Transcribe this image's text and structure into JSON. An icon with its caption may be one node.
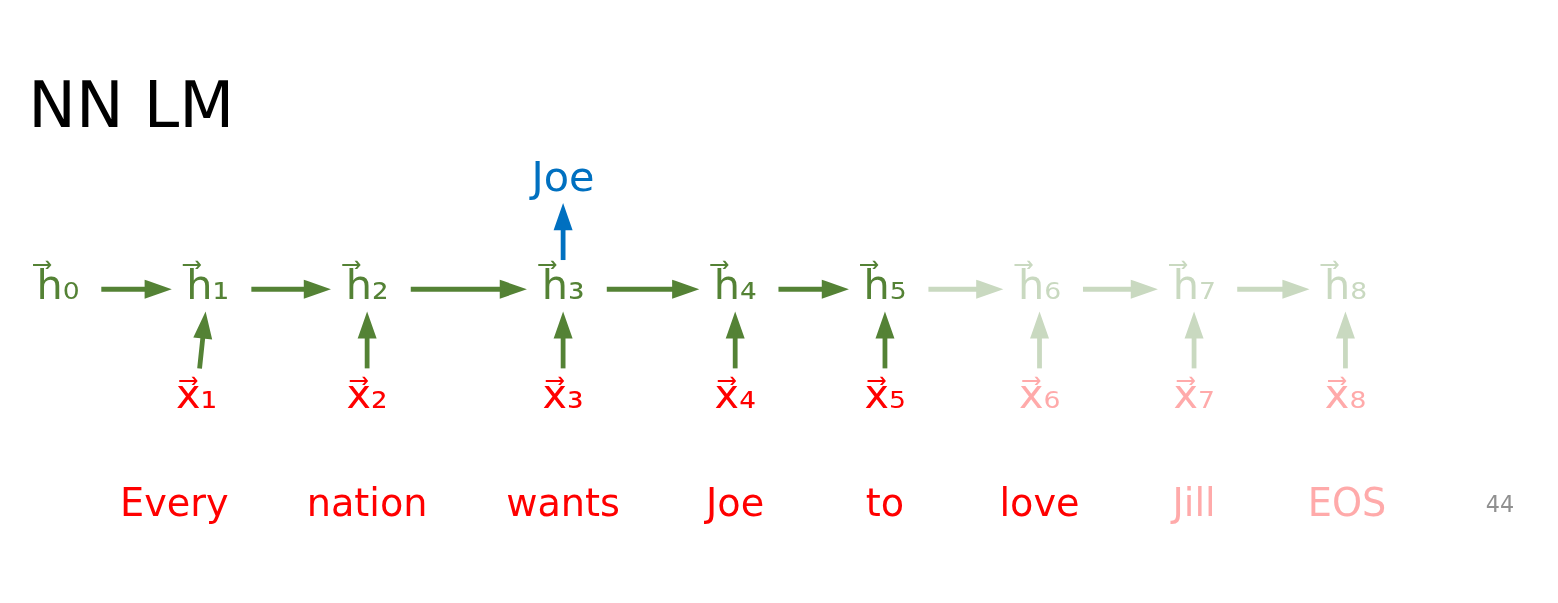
{
  "diagram": {
    "title": "NN LM",
    "nodes": [
      {
        "text": [
          "h⃗₀"
        ]
      },
      {
        "text": [
          "h⃗₁"
        ]
      },
      {
        "text": [
          "h⃗₂"
        ]
      },
      {
        "text": [
          "h⃗₃"
        ]
      },
      {
        "text": [
          "h⃗₄"
        ]
      },
      {
        "text": [
          "h⃗₅"
        ]
      },
      {
        "text": [
          "h⃗₆"
        ]
      },
      {
        "text": [
          "h⃗₇"
        ]
      },
      {
        "text": [
          "h⃗₈"
        ]
      },
      {
        "text": [
          "x⃗₁"
        ]
      },
      {
        "text": [
          "x⃗₂"
        ]
      },
      {
        "text": [
          "x⃗₃"
        ]
      },
      {
        "text": [
          "x⃗₄"
        ]
      },
      {
        "text": [
          "x⃗₅"
        ]
      },
      {
        "text": [
          "x⃗₆"
        ]
      },
      {
        "text": [
          "x⃗₇"
        ]
      },
      {
        "text": [
          "x⃗₈"
        ]
      },
      {
        "text": [
          "Joe"
        ]
      }
    ],
    "edges": [
      {
        "from": 0,
        "to": 1,
        "arrow": "to"
      },
      {
        "from": 1,
        "to": 2,
        "arrow": "to"
      },
      {
        "from": 2,
        "to": 3,
        "arrow": "to"
      },
      {
        "from": 3,
        "to": 4,
        "arrow": "to"
      },
      {
        "from": 4,
        "to": 5,
        "arrow": "to"
      },
      {
        "from": 5,
        "to": 6,
        "arrow": "to",
        "color": "#c9d9c0"
      },
      {
        "from": 6,
        "to": 7,
        "arrow": "to",
        "color": "#c9d9c0"
      },
      {
        "from": 7,
        "to": 8,
        "arrow": "to",
        "color": "#c9d9c0"
      },
      {
        "from": 9,
        "to": 1,
        "arrow": "to"
      },
      {
        "from": 10,
        "to": 2,
        "arrow": "to"
      },
      {
        "from": 11,
        "to": 3,
        "arrow": "to"
      },
      {
        "from": 12,
        "to": 4,
        "arrow": "to"
      },
      {
        "from": 13,
        "to": 5,
        "arrow": "to"
      },
      {
        "from": 14,
        "to": 6,
        "arrow": "to",
        "color": "#c9d9c0"
      },
      {
        "from": 15,
        "to": 7,
        "arrow": "to",
        "color": "#c9d9c0"
      },
      {
        "from": 16,
        "to": 8,
        "arrow": "to",
        "color": "#c9d9c0"
      },
      {
        "from": 3,
        "to": 17,
        "arrow": "to",
        "color": "#0070c0"
      }
    ],
    "labels": [
      "Every",
      "nation",
      "wants",
      "Joe",
      "to",
      "love",
      "Jill",
      "EOS",
      "44"
    ]
  }
}
